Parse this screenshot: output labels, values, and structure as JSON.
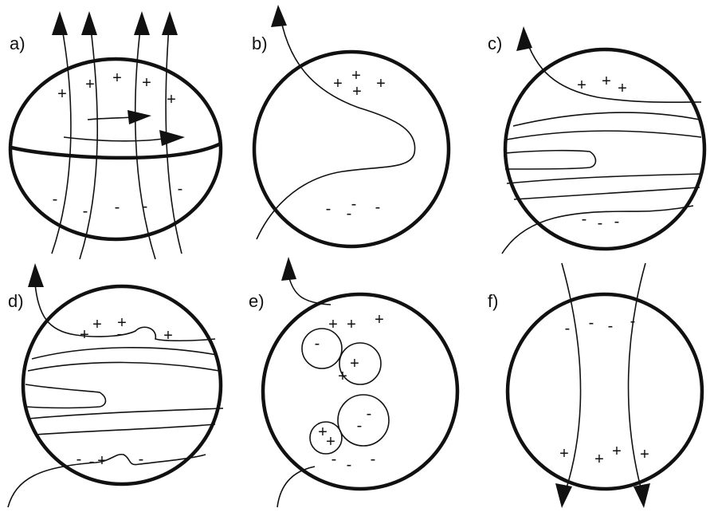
{
  "panels": {
    "a": {
      "label": "a)",
      "plus": "+",
      "minus": "-"
    },
    "b": {
      "label": "b)",
      "plus": "+",
      "minus": "-"
    },
    "c": {
      "label": "c)",
      "plus": "+",
      "minus": "-"
    },
    "d": {
      "label": "d)",
      "plus": "+",
      "minus": "-"
    },
    "e": {
      "label": "e)",
      "plus": "+",
      "minus": "-"
    },
    "f": {
      "label": "f)",
      "plus": "+",
      "minus": "-"
    }
  }
}
